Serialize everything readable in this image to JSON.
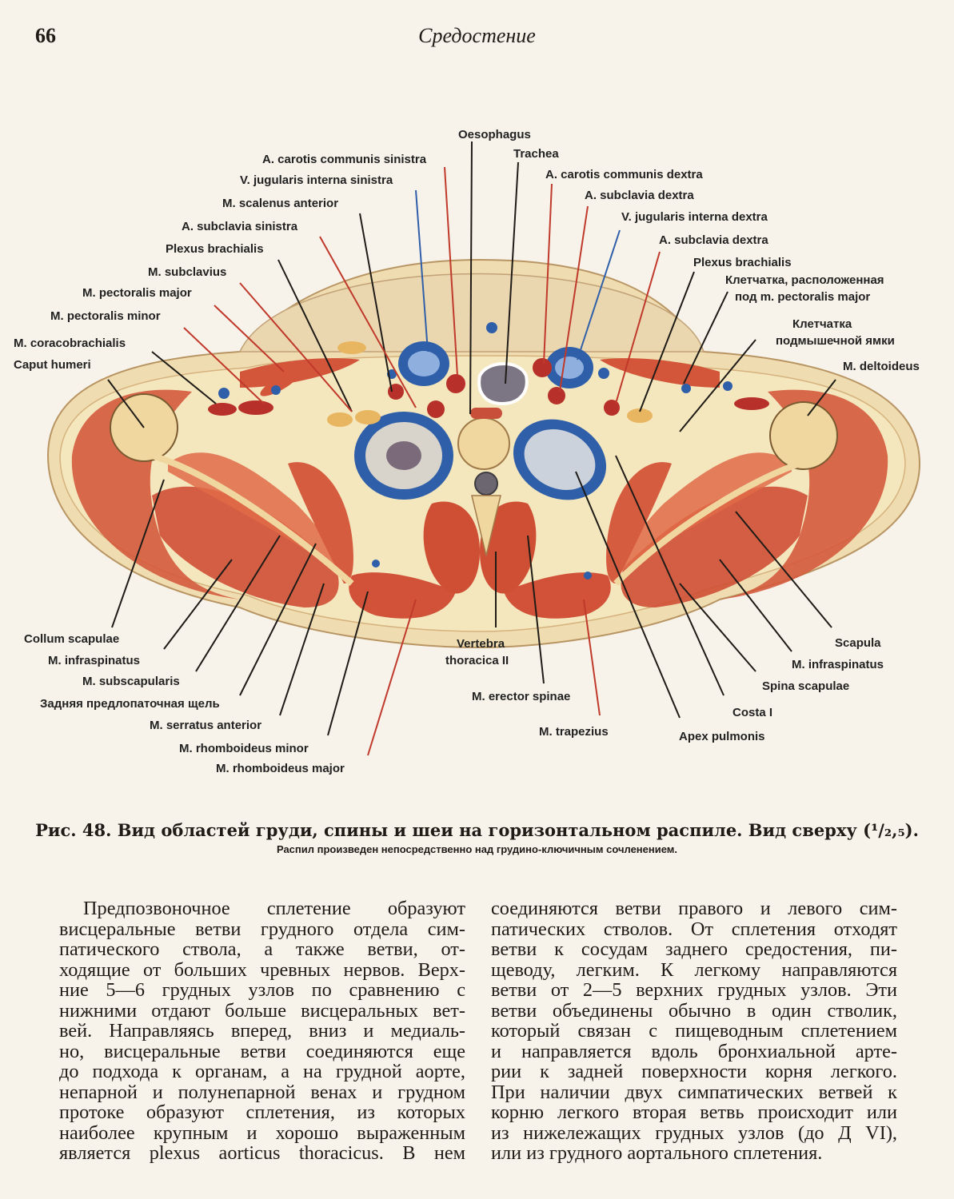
{
  "header": {
    "page_number": "66",
    "running_head": "Средостение"
  },
  "figure": {
    "labels": {
      "oesophagus": "Oesophagus",
      "trachea": "Trachea",
      "carotis_sinistra": "A. carotis communis sinistra",
      "jugularis_sinistra": "V. jugularis interna sinistra",
      "scalenus_anterior": "M. scalenus anterior",
      "subclavia_sinistra": "A. subclavia sinistra",
      "plexus_left": "Plexus brachialis",
      "subclavius": "M. subclavius",
      "pectoralis_major": "M. pectoralis major",
      "pectoralis_minor": "M. pectoralis minor",
      "coracobrachialis": "M. coracobrachialis",
      "caput_humeri": "Caput humeri",
      "carotis_dextra": "A. carotis communis dextra",
      "subclavia_dextra_1": "A. subclavia dextra",
      "jugularis_dextra": "V. jugularis interna dextra",
      "subclavia_dextra_2": "A. subclavia dextra",
      "plexus_right": "Plexus brachialis",
      "kletchatka_pect_1": "Клетчатка, расположенная",
      "kletchatka_pect_2": "под m. pectoralis major",
      "kletchatka_axil_1": "Клетчатка",
      "kletchatka_axil_2": "подмышечной ямки",
      "deltoideus": "M. deltoideus",
      "collum_scapulae": "Collum scapulae",
      "infraspinatus_left": "M. infraspinatus",
      "subscapularis": "M. subscapularis",
      "zadnyaya_shel": "Задняя предлопаточная щель",
      "serratus_anterior": "M. serratus anterior",
      "rhomboideus_minor": "M. rhomboideus minor",
      "rhomboideus_major": "M. rhomboideus major",
      "vertebra_1": "Vertebra",
      "vertebra_2": "thoracica II",
      "erector_spinae": "M. erector spinae",
      "trapezius": "M. trapezius",
      "scapula": "Scapula",
      "infraspinatus_right": "M. infraspinatus",
      "spina_scapulae": "Spina scapulae",
      "costa": "Costa I",
      "apex_pulmonis": "Apex pulmonis"
    }
  },
  "caption": {
    "main": "Рис. 48. Вид областей груди, спины и шеи на горизонтальном распиле. Вид сверху (¹/₂,₅).",
    "sub": "Распил произведен непосредственно над грудино-ключичным сочленением."
  },
  "body_text": {
    "left_column": [
      "Предпозвоночное сплетение образуют",
      "висцеральные ветви грудного отдела сим-",
      "патического ствола, а также ветви, от-",
      "ходящие от больших чревных нервов. Верх-",
      "ние 5—6 грудных узлов по сравнению с",
      "нижними отдают больше висцеральных вет-",
      "вей. Направляясь вперед, вниз и медиаль-",
      "но, висцеральные ветви соединяются еще",
      "до подхода к органам, а на грудной аорте,",
      "непарной и полунепарной венах и грудном",
      "протоке образуют сплетения, из которых",
      "наиболее крупным и хорошо выраженным",
      "является plexus aorticus thoracicus. В нем"
    ],
    "right_column": [
      "соединяются ветви правого и левого сим-",
      "патических стволов. От сплетения отходят",
      "ветви к сосудам заднего средостения, пи-",
      "щеводу, легким. К легкому направляются",
      "ветви от 2—5 верхних грудных узлов. Эти",
      "ветви объединены обычно в один стволик,",
      "который связан с пищеводным сплетением",
      "и направляется вдоль бронхиальной арте-",
      "рии к задней поверхности корня легкого.",
      "При наличии двух симпатических ветвей к",
      "корню легкого вторая ветвь происходит или",
      "из нижележащих грудных узлов (до Д VI),",
      "или из грудного аортального сплетения."
    ]
  },
  "colors": {
    "background": "#f7f3ea",
    "skin": "#efdcb0",
    "fat": "#f4e6bd",
    "muscle": "#d4563a",
    "bone": "#f0d7a0",
    "lung": "#2f5fa8",
    "artery": "#b8302a",
    "leader_red": "#c0392b",
    "leader_black": "#1f1c18"
  }
}
